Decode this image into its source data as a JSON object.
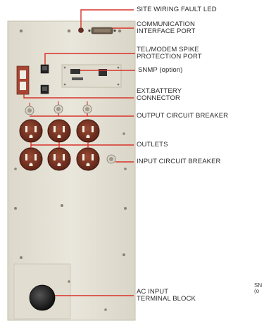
{
  "labels": {
    "site_wiring_fault_led": "SITE WIRING FAULT LED",
    "communication_interface_port": {
      "line1": "COMMUNICATION",
      "line2": "INTERFACE PORT"
    },
    "tel_modem_spike_protection_port": {
      "line1": "TEL/MODEM SPIKE",
      "line2": "PROTECTION PORT"
    },
    "snmp_option": "SNMP (option)",
    "ext_battery_connector": {
      "line1": "EXT.BATTERY",
      "line2": "CONNECTOR"
    },
    "output_circuit_breaker": "OUTPUT CIRCUIT BREAKER",
    "outlets": "OUTLETS",
    "input_circuit_breaker": "INPUT CIRCUIT BREAKER",
    "ac_input_terminal_block": {
      "line1": "AC INPUT",
      "line2": "TERMINAL BLOCK"
    }
  },
  "cut_off_text": {
    "line1": "SN",
    "line2": "(o"
  },
  "colors": {
    "panel": "#e6e2d6",
    "panel_edge": "#cfcab9",
    "leader_line": "#d8322a",
    "outlet_body": "#7a3222",
    "label_text": "#2a2a2a"
  }
}
